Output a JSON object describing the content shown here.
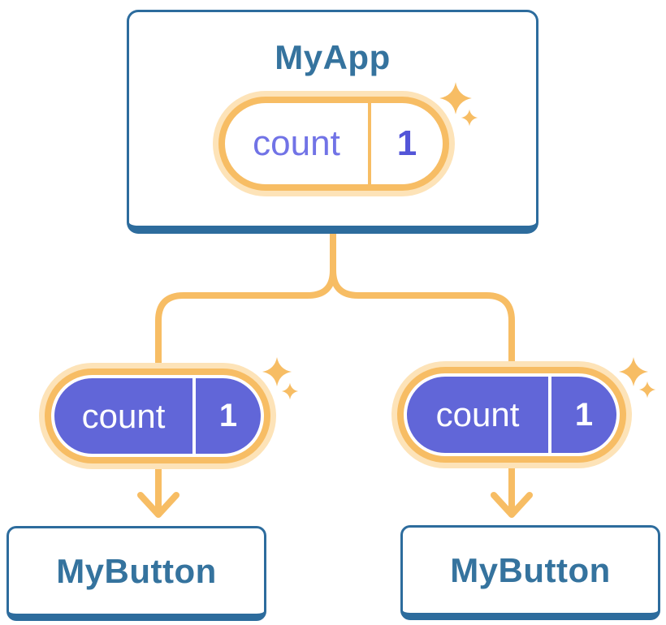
{
  "diagram": {
    "root": {
      "label": "MyApp",
      "state": {
        "name": "count",
        "value": "1"
      }
    },
    "children": [
      {
        "label": "MyButton",
        "state": {
          "name": "count",
          "value": "1"
        }
      },
      {
        "label": "MyButton",
        "state": {
          "name": "count",
          "value": "1"
        }
      }
    ],
    "colors": {
      "node_border_blue": "#2d6c9d",
      "node_text_blue": "#35739e",
      "accent_orange": "#f7bd64",
      "accent_orange_light": "#fde3b8",
      "state_purple": "#6166d8",
      "state_name_purple_text": "#7173e6",
      "state_value_purple_text": "#5355d8",
      "state_text_on_purple": "#ffffff"
    },
    "icons": [
      "sparkle-icon",
      "arrow-down-icon"
    ]
  }
}
